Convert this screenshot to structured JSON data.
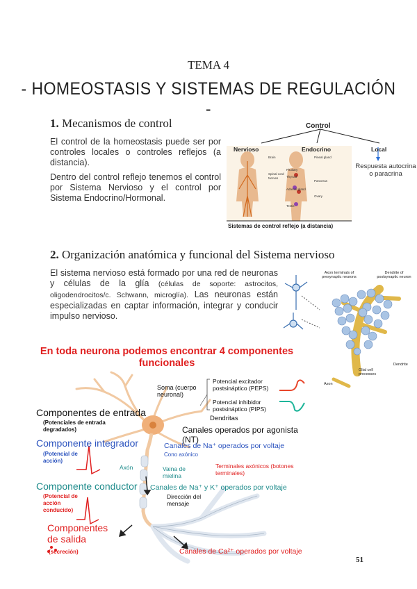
{
  "header": {
    "tema": "TEMA 4",
    "title": "- HOMEOSTASIS  Y SISTEMAS DE REGULACIÓN -"
  },
  "section1": {
    "number": "1.",
    "title": "Mecanismos de control",
    "para1": "El control de la homeostasis puede ser por controles locales o controles reflejos (a distancia).",
    "para2": "Dentro del control reflejo tenemos el control por Sistema Nervioso y el control por Sistema Endocrino/Hormonal.",
    "figure": {
      "control": "Control",
      "nervioso": "Nervioso",
      "endocrino": "Endocrino",
      "local": "Local",
      "local_text": "Respuesta autocrina o paracrina",
      "caption": "Sistemas de control reflejo (a distancia)"
    }
  },
  "section2": {
    "number": "2.",
    "title": "Organización anatómica y funcional del Sistema nervioso",
    "para_main": "El sistema nervioso está formado por una red de neuronas y células de la glía",
    "para_small": "(células de soporte: astrocitos, oligodendrocitos/c. Schwann, microglía).",
    "para_rest": "Las neuronas están especializadas en captar información, integrar y conducir impulso nervioso.",
    "figure_labels": {
      "axon_terminals": "Axon terminals of presynaptic neurons",
      "dendrite_of": "Dendrite of postsynaptic neuron",
      "dendrite": "Dendrite",
      "glial": "Glial cell processes",
      "axon": "Axon"
    }
  },
  "neuron_figure": {
    "title_line1": "En toda neurona podemos encontrar 4 componentes",
    "title_line2": "funcionales",
    "soma": "Soma (cuerpo neuronal)",
    "peps": "Potencial excitador postsináptico (PEPS)",
    "pips": "Potencial inhibidor postsináptico (PIPS)",
    "dendritas": "Dendritas",
    "canales_agonista": "Canales operados por agonista (NT)",
    "comp_entrada": "Componentes de entrada",
    "comp_entrada_sub": "(Potenciales de entrada degradados)",
    "comp_integrador": "Componente integrador",
    "comp_integrador_sub": "(Potencial de acción)",
    "canales_na": "Canales de Na⁺ operados por voltaje",
    "cono": "Cono axónico",
    "axon": "Axón",
    "vaina": "Vaina de mielina",
    "terminales": "Terminales axónicos (botones terminales)",
    "comp_conductor": "Componente conductor",
    "comp_conductor_sub": "(Potencial de acción conducido)",
    "canales_na_k": "Canales de Na⁺ y K⁺ operados por voltaje",
    "direccion": "Dirección del mensaje",
    "comp_salida": "Componentes de salida",
    "comp_salida_sub": "(secreción)",
    "canales_ca": "Canales de Ca²⁺ operados por voltaje"
  },
  "footer": {
    "page_number": "51"
  }
}
